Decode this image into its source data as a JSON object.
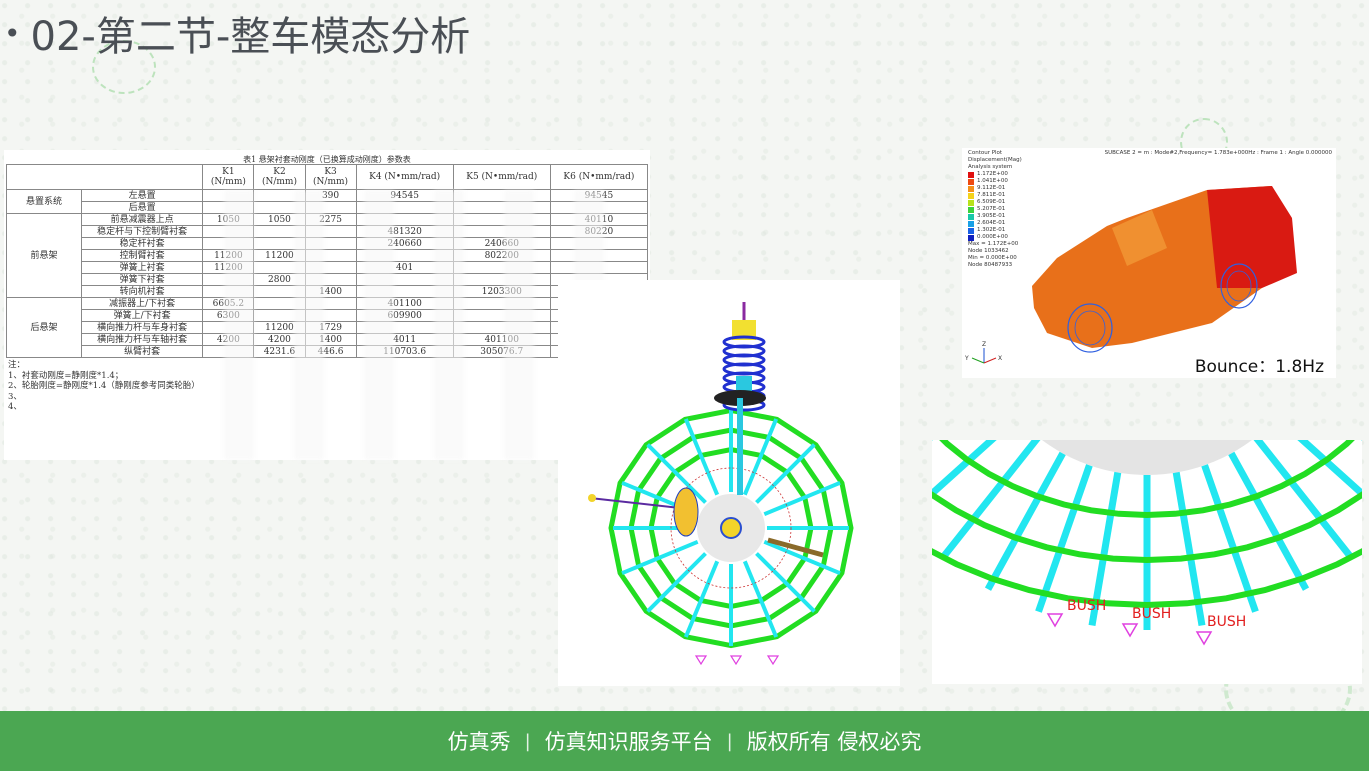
{
  "page": {
    "title": "02-第二节-整车模态分析",
    "bullet": "•"
  },
  "table": {
    "caption": "表1 悬架衬套动刚度（已换算成动刚度）参数表",
    "headers": [
      "",
      "",
      "K1\n(N/mm)",
      "K2\n(N/mm)",
      "K3\n(N/mm)",
      "K4 (N•mm/rad)",
      "K5 (N•mm/rad)",
      "K6 (N•mm/rad)"
    ],
    "groups": {
      "system": "悬置系统",
      "front": "前悬架",
      "rear": "后悬架"
    },
    "rows": [
      {
        "item": "左悬置",
        "k1": "",
        "k2": "",
        "k3": "390",
        "k4": "94545",
        "k5": "",
        "k6": "94545"
      },
      {
        "item": "后悬置",
        "k1": "",
        "k2": "",
        "k3": "",
        "k4": "",
        "k5": "",
        "k6": ""
      },
      {
        "item": "前悬减震器上点",
        "k1": "1050",
        "k2": "1050",
        "k3": "2275",
        "k4": "",
        "k5": "",
        "k6": "40110"
      },
      {
        "item": "稳定杆与下控制臂衬套",
        "k1": "",
        "k2": "",
        "k3": "",
        "k4": "481320",
        "k5": "",
        "k6": "80220"
      },
      {
        "item": "稳定杆衬套",
        "k1": "",
        "k2": "",
        "k3": "",
        "k4": "240660",
        "k5": "240660",
        "k6": ""
      },
      {
        "item": "控制臂衬套",
        "k1": "11200",
        "k2": "11200",
        "k3": "",
        "k4": "",
        "k5": "802200",
        "k6": ""
      },
      {
        "item": "弹簧上衬套",
        "k1": "11200",
        "k2": "",
        "k3": "",
        "k4": "401",
        "k5": "",
        "k6": ""
      },
      {
        "item": "弹簧下衬套",
        "k1": "",
        "k2": "2800",
        "k3": "",
        "k4": "",
        "k5": "",
        "k6": ""
      },
      {
        "item": "转向机衬套",
        "k1": "",
        "k2": "",
        "k3": "1400",
        "k4": "",
        "k5": "1203300",
        "k6": ""
      },
      {
        "item": "减振器上/下衬套",
        "k1": "6605.2",
        "k2": "",
        "k3": "",
        "k4": "401100",
        "k5": "",
        "k6": ""
      },
      {
        "item": "弹簧上/下衬套",
        "k1": "6300",
        "k2": "",
        "k3": "",
        "k4": "609900",
        "k5": "",
        "k6": ""
      },
      {
        "item": "横向推力杆与车身衬套",
        "k1": "",
        "k2": "11200",
        "k3": "1729",
        "k4": "",
        "k5": "",
        "k6": ""
      },
      {
        "item": "横向推力杆与车轴衬套",
        "k1": "4200",
        "k2": "4200",
        "k3": "1400",
        "k4": "4011",
        "k5": "401100",
        "k6": ""
      },
      {
        "item": "纵臂衬套",
        "k1": "",
        "k2": "4231.6",
        "k3": "446.6",
        "k4": "110703.6",
        "k5": "305076.7",
        "k6": ""
      }
    ],
    "notes": [
      "注：",
      "1、衬套动刚度=静刚度*1.4；",
      "2、轮胎刚度=静刚度*1.4（静刚度参考同类轮胎）",
      "3、",
      "4、"
    ]
  },
  "contour": {
    "header_left": [
      "Contour Plot",
      "Displacement(Mag)",
      "Analysis system"
    ],
    "subcase": "SUBCASE 2 = m : Mode#2,Frequency= 1.783e+000Hz : Frame 1 : Angle 0.000000",
    "legend": [
      {
        "label": "1.172E+00",
        "color": "#e01010"
      },
      {
        "label": "1.041E+00",
        "color": "#ee4a10"
      },
      {
        "label": "9.112E-01",
        "color": "#f5901a"
      },
      {
        "label": "7.811E-01",
        "color": "#f5d21a"
      },
      {
        "label": "6.509E-01",
        "color": "#b8e21a"
      },
      {
        "label": "5.207E-01",
        "color": "#3cd23c"
      },
      {
        "label": "3.905E-01",
        "color": "#18c8a8"
      },
      {
        "label": "2.604E-01",
        "color": "#18a0e6"
      },
      {
        "label": "1.302E-01",
        "color": "#1860e6"
      },
      {
        "label": "0.000E+00",
        "color": "#1020c0"
      }
    ],
    "stats": [
      "Max = 1.172E+00",
      "Node 1033462",
      "Min = 0.000E+00",
      "Node 80487933"
    ],
    "bounce_label": "Bounce：1.8Hz"
  },
  "bush_labels": [
    "BUSH",
    "BUSH",
    "BUSH"
  ],
  "footer": {
    "brand": "仿真秀",
    "slogan": "仿真知识服务平台",
    "rights": "版权所有 侵权必究",
    "sep": "|"
  }
}
